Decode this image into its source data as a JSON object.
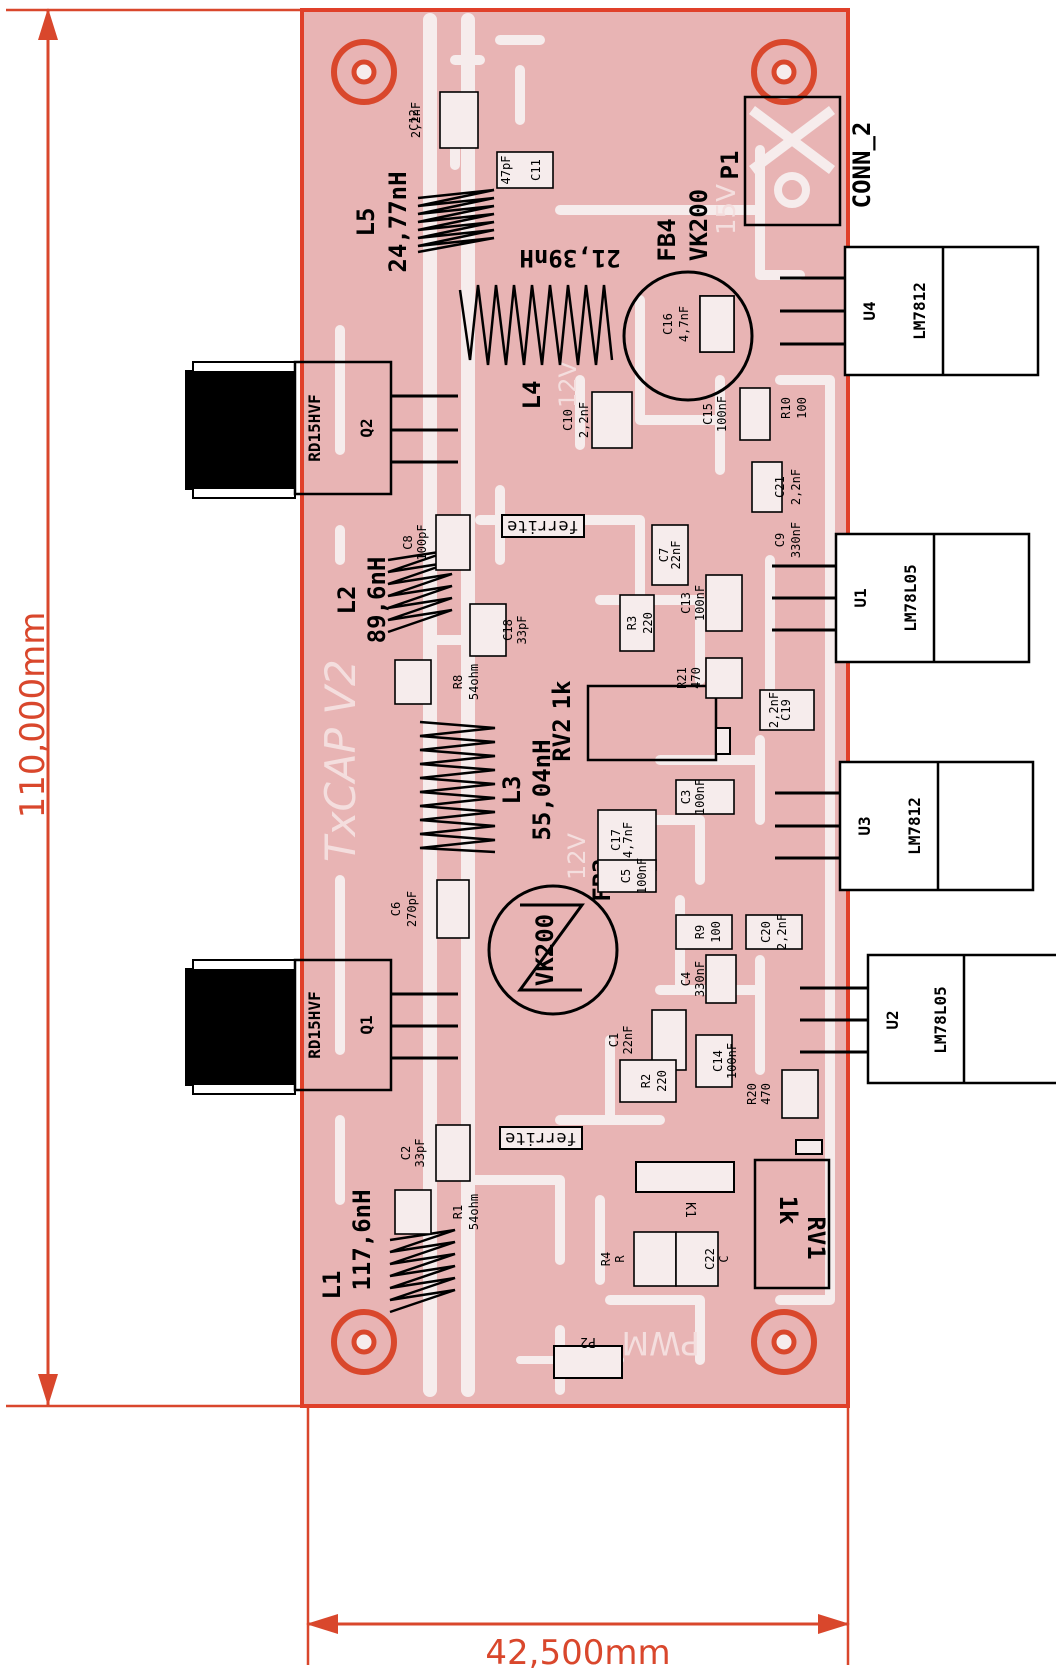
{
  "board": {
    "title": "TxCAP V2",
    "height_dim": "110,000mm",
    "width_dim": "42,500mm",
    "silk_pwm": "PWM",
    "silk_15v": "15V",
    "silk_12v_a": "12V",
    "silk_12v_b": "12V"
  },
  "transistors": {
    "q2": {
      "ref": "Q2",
      "value": "RD15HVF"
    },
    "q1": {
      "ref": "Q1",
      "value": "RD15HVF"
    }
  },
  "regulators": {
    "u4": {
      "ref": "U4",
      "value": "LM7812"
    },
    "u1": {
      "ref": "U1",
      "value": "LM78L05"
    },
    "u3": {
      "ref": "U3",
      "value": "LM7812"
    },
    "u2": {
      "ref": "U2",
      "value": "LM78L05"
    }
  },
  "inductors": {
    "l5": {
      "ref": "L5",
      "value": "24,77nH"
    },
    "l4": {
      "ref": "L4",
      "value": "21,39nH"
    },
    "l2": {
      "ref": "L2",
      "value": "89,6nH"
    },
    "l3": {
      "ref": "L3",
      "value": "55,04nH"
    },
    "l1": {
      "ref": "L1",
      "value": "117,6nH"
    }
  },
  "ferrites": {
    "fb4": {
      "ref": "FB4",
      "value": "VK200"
    },
    "fb2": {
      "ref": "FB2",
      "value": "VK200"
    },
    "ferrite_label": "ferrite"
  },
  "connector": {
    "ref": "P1",
    "value": "CONN_2",
    "p2": "P2",
    "k1": "K1"
  },
  "pots": {
    "rv2": {
      "ref": "RV2",
      "value": "1k"
    },
    "rv1": {
      "ref": "RV1",
      "value": "1k"
    }
  },
  "parts": {
    "c12": {
      "ref": "C12",
      "value": "2,2nF"
    },
    "c11": {
      "ref": "C11",
      "value": "47pF"
    },
    "c16": {
      "ref": "C16",
      "value": "4,7nF"
    },
    "c10": {
      "ref": "C10",
      "value": "2,2nF"
    },
    "c15": {
      "ref": "C15",
      "value": "100nF"
    },
    "r10": {
      "ref": "R10",
      "value": "100"
    },
    "c21": {
      "ref": "C21",
      "value": "2,2nF"
    },
    "c9": {
      "ref": "C9",
      "value": "330nF"
    },
    "c8": {
      "ref": "C8",
      "value": "100pF"
    },
    "c7": {
      "ref": "C7",
      "value": "22nF"
    },
    "c13": {
      "ref": "C13",
      "value": "100nF"
    },
    "c18": {
      "ref": "C18",
      "value": "33pF"
    },
    "r3": {
      "ref": "R3",
      "value": "220"
    },
    "r8": {
      "ref": "R8",
      "value": "54ohm"
    },
    "r21": {
      "ref": "R21",
      "value": "470"
    },
    "c19": {
      "ref": "C19",
      "value": "2,2nF"
    },
    "c3": {
      "ref": "C3",
      "value": "100nF"
    },
    "c17": {
      "ref": "C17",
      "value": "4,7nF"
    },
    "c5": {
      "ref": "C5",
      "value": "100nF"
    },
    "r9": {
      "ref": "R9",
      "value": "100"
    },
    "c20": {
      "ref": "C20",
      "value": "2,2nF"
    },
    "c6": {
      "ref": "C6",
      "value": "270pF"
    },
    "c4": {
      "ref": "C4",
      "value": "330nF"
    },
    "c1": {
      "ref": "C1",
      "value": "22nF"
    },
    "c14": {
      "ref": "C14",
      "value": "100nF"
    },
    "r2": {
      "ref": "R2",
      "value": "220"
    },
    "r20": {
      "ref": "R20",
      "value": "470"
    },
    "c2": {
      "ref": "C2",
      "value": "33pF"
    },
    "r1": {
      "ref": "R1",
      "value": "54ohm"
    },
    "r4": {
      "ref": "R4",
      "value": "R"
    },
    "c22": {
      "ref": "C22",
      "value": "C"
    }
  },
  "colors": {
    "board_fill": "#e8b4b4",
    "board_edge": "#e0402a",
    "copper_gap": "#f6ecec",
    "silk_faint": "#f4dede",
    "dimension": "#d9472c",
    "ink": "#000000"
  }
}
